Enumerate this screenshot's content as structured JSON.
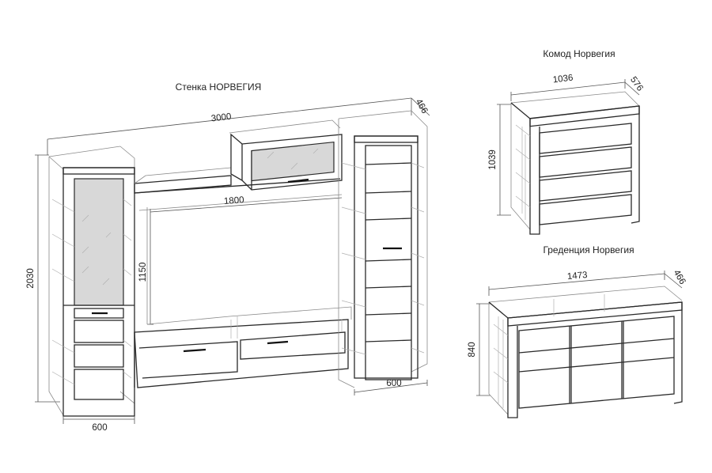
{
  "products": [
    {
      "title": "Стенка НОРВЕГИЯ",
      "dimensions": {
        "width": "3000",
        "depth": "466",
        "height": "2030",
        "module_width_left": "600",
        "module_width_right": "600",
        "tv_niche_width": "1800",
        "tv_niche_height": "1150"
      }
    },
    {
      "title": "Комод Норвегия",
      "dimensions": {
        "width": "1036",
        "depth": "576",
        "height": "1039"
      }
    },
    {
      "title": "Греденция Норвегия",
      "dimensions": {
        "width": "1473",
        "depth": "466",
        "height": "840"
      }
    }
  ]
}
